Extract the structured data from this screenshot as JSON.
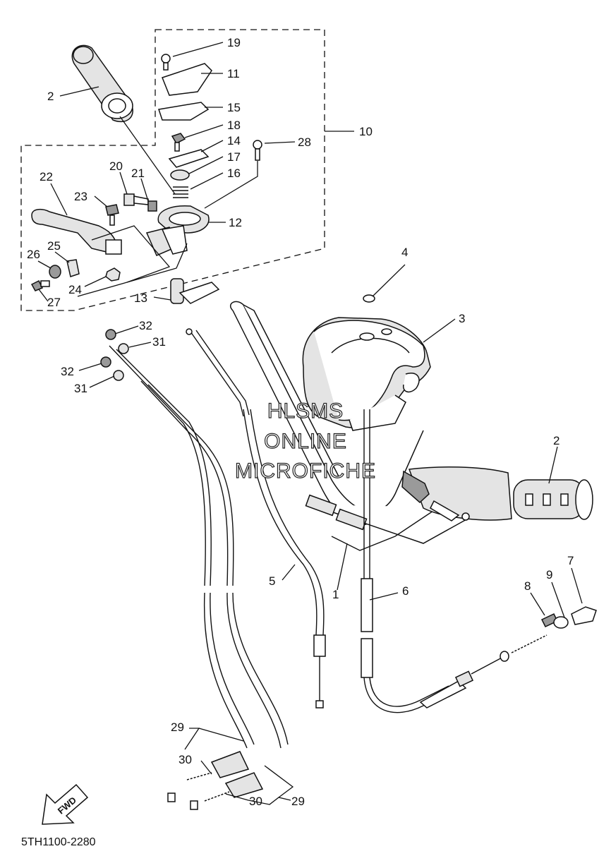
{
  "diagram": {
    "drawing_code": "5TH1100-2280",
    "direction_label": "FWD",
    "watermark": [
      "HLSMS",
      "ONLINE",
      "MICROFICHE"
    ],
    "callouts": [
      {
        "id": "c19",
        "label": "19"
      },
      {
        "id": "c11",
        "label": "11"
      },
      {
        "id": "c15",
        "label": "15"
      },
      {
        "id": "c18",
        "label": "18"
      },
      {
        "id": "c14",
        "label": "14"
      },
      {
        "id": "c17",
        "label": "17"
      },
      {
        "id": "c16",
        "label": "16"
      },
      {
        "id": "c28",
        "label": "28"
      },
      {
        "id": "c10",
        "label": "10"
      },
      {
        "id": "c2a",
        "label": "2"
      },
      {
        "id": "c22",
        "label": "22"
      },
      {
        "id": "c20",
        "label": "20"
      },
      {
        "id": "c21",
        "label": "21"
      },
      {
        "id": "c23",
        "label": "23"
      },
      {
        "id": "c12",
        "label": "12"
      },
      {
        "id": "c25",
        "label": "25"
      },
      {
        "id": "c26",
        "label": "26"
      },
      {
        "id": "c24",
        "label": "24"
      },
      {
        "id": "c27",
        "label": "27"
      },
      {
        "id": "c13",
        "label": "13"
      },
      {
        "id": "c4",
        "label": "4"
      },
      {
        "id": "c3",
        "label": "3"
      },
      {
        "id": "c32a",
        "label": "32"
      },
      {
        "id": "c31a",
        "label": "31"
      },
      {
        "id": "c32b",
        "label": "32"
      },
      {
        "id": "c31b",
        "label": "31"
      },
      {
        "id": "c2b",
        "label": "2"
      },
      {
        "id": "c7",
        "label": "7"
      },
      {
        "id": "c9",
        "label": "9"
      },
      {
        "id": "c8",
        "label": "8"
      },
      {
        "id": "c6",
        "label": "6"
      },
      {
        "id": "c1",
        "label": "1"
      },
      {
        "id": "c5",
        "label": "5"
      },
      {
        "id": "c29a",
        "label": "29"
      },
      {
        "id": "c30a",
        "label": "30"
      },
      {
        "id": "c30b",
        "label": "30"
      },
      {
        "id": "c29b",
        "label": "29"
      }
    ]
  }
}
